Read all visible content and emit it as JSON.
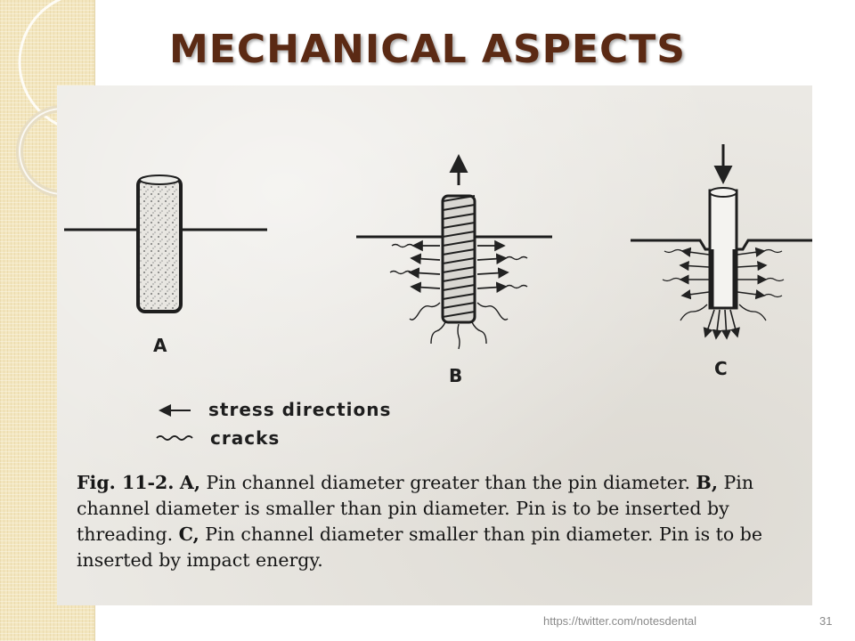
{
  "slide": {
    "title": "MECHANICAL ASPECTS",
    "footer_url": "https://twitter.com/notesdental",
    "page_number": "31"
  },
  "figure": {
    "labels": {
      "a": "A",
      "b": "B",
      "c": "C"
    },
    "legend": {
      "stress": "stress directions",
      "cracks": "cracks"
    },
    "caption": {
      "fig_ref": "Fig. 11-2.",
      "a_label": "A,",
      "a_text": "Pin channel diameter greater than the pin diameter.",
      "b_label": "B,",
      "b_text": "Pin channel diameter is smaller than pin diameter. Pin is to be inserted by threading.",
      "c_label": "C,",
      "c_text": "Pin channel diameter smaller than pin diameter. Pin is to be inserted by impact energy."
    }
  }
}
